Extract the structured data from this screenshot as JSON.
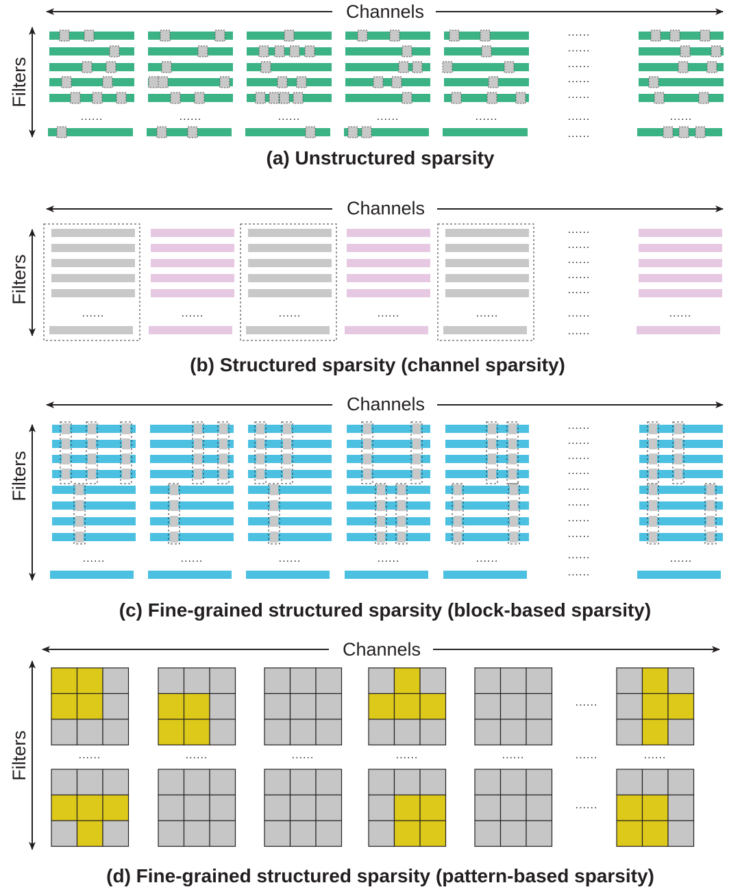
{
  "axes": {
    "channels_label": "Channels",
    "filters_label": "Filters",
    "ellipsis": "......"
  },
  "colors": {
    "weight_green": "#3bb385",
    "weight_pink": "#e6c8e2",
    "weight_blue": "#4cc0e1",
    "pruned_gray": "#c8c8c8",
    "pattern_yellow": "#ddc91a",
    "grid_gray": "#c6c6c6",
    "outline_dark": "#231f20"
  },
  "panels": [
    {
      "id": "a",
      "caption": "(a) Unstructured sparsity"
    },
    {
      "id": "b",
      "caption": "(b) Structured sparsity (channel sparsity)"
    },
    {
      "id": "c",
      "caption": "(c) Fine-grained structured sparsity (block-based sparsity)"
    },
    {
      "id": "d",
      "caption": "(d) Fine-grained structured sparsity (pattern-based sparsity)"
    }
  ]
}
